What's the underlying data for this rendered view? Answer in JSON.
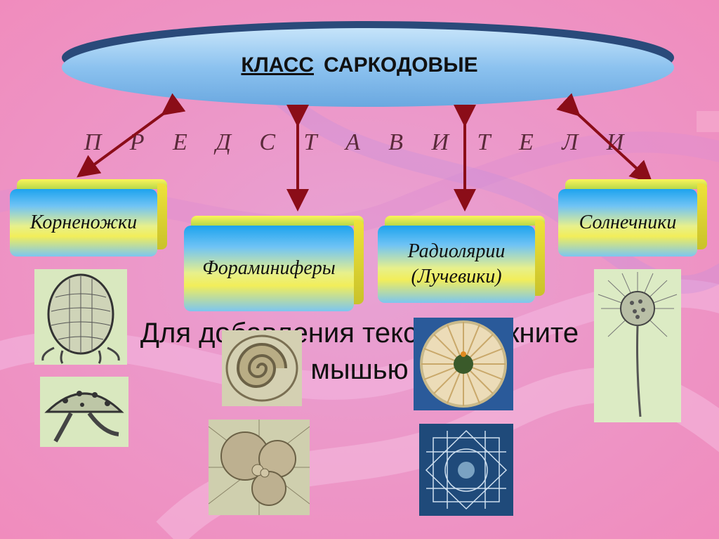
{
  "slide": {
    "title_underlined": "КЛАСС",
    "title_rest": "САРКОДОВЫЕ",
    "subtitle": "П Р Е Д   С Т А В И Т Е Л И",
    "hint_line1": "Для добавления текста щелкните",
    "hint_line2": "мышью"
  },
  "groups": [
    {
      "label": "Корненожки"
    },
    {
      "label": "Фораминиферы"
    },
    {
      "label": "Радиолярии\n(Лучевики)"
    },
    {
      "label": "Солнечники"
    }
  ],
  "colors": {
    "background": "#ec98c9",
    "ellipse": "#8dc3f0",
    "arrow": "#8b0d18",
    "block_blue": "#1da3ee",
    "block_yellow": "#f2ee5a"
  },
  "images": [
    {
      "name": "rhizopod-shell-illustration"
    },
    {
      "name": "rhizopod-flat-illustration"
    },
    {
      "name": "foraminifera-spiral-illustration"
    },
    {
      "name": "foraminifera-chambers-illustration"
    },
    {
      "name": "radiolaria-disc-illustration"
    },
    {
      "name": "radiolaria-lattice-illustration"
    },
    {
      "name": "heliozoa-illustration"
    }
  ]
}
